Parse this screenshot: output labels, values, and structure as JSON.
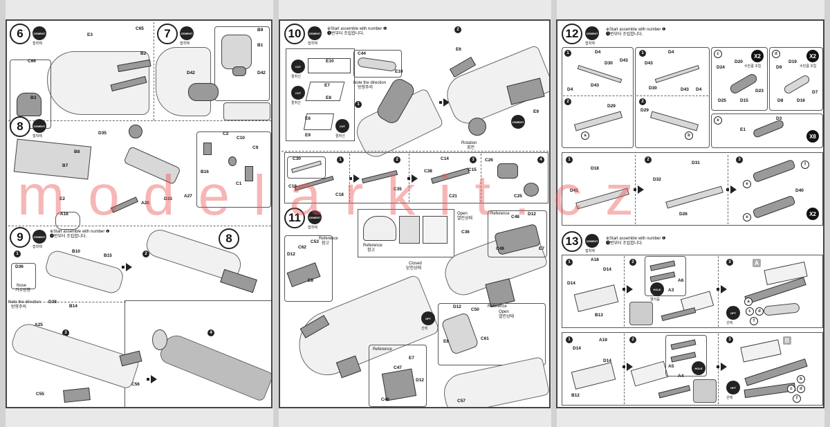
{
  "watermark": "modelarkit.cz",
  "labels": {
    "cement": "CEMENT",
    "cement_kr": "접착제",
    "cut": "CUT",
    "cut_kr": "절취선",
    "opt": "OPT",
    "opt_kr": "선택",
    "hole": "HOLE",
    "hole_kr": "열어줌",
    "start_with_1": "※Start assemble with number ❶",
    "start_with_1_kr": "❶번부터 조립합니다.",
    "note_direction": "Note the direction",
    "note_direction_kr": "방향주의",
    "nose": "Nose",
    "nose_kr": "기수방향",
    "reference": "Reference",
    "reference_kr": "참고",
    "closed": "Closed",
    "closed_kr": "닫힌상태",
    "open": "Open",
    "open_kr": "열린상태",
    "rotation": "Rotation",
    "rotation_kr": "회전",
    "x2": "X2",
    "x2_kr": "수만큼 조립",
    "x8": "X8",
    "section_a": "A",
    "section_b": "B"
  },
  "steps": {
    "s6": "6",
    "s7": "7",
    "s8": "8",
    "s9": "9",
    "s10": "10",
    "s11": "11",
    "s12": "12",
    "s13": "13"
  },
  "subs": {
    "n1": "1",
    "n2": "2",
    "n3": "3",
    "n4": "4",
    "ca": "a",
    "cb": "b",
    "cc": "c",
    "cd": "d",
    "ce": "e",
    "cf": "f"
  },
  "parts": {
    "p6": [
      "E3",
      "C65",
      "B2",
      "C66",
      "B3"
    ],
    "p7": [
      "B9",
      "B1",
      "D42",
      "D42"
    ],
    "p8": [
      "B7",
      "B8",
      "D35",
      "C2",
      "C10",
      "C9",
      "B16",
      "C1",
      "E2",
      "A16",
      "A20",
      "D33",
      "A27"
    ],
    "p9": [
      "D36",
      "B10",
      "B15",
      "D38",
      "B14",
      "A25",
      "C56",
      "C55"
    ],
    "p10": [
      "E10",
      "C44",
      "E10",
      "E7",
      "E8",
      "E6",
      "E9",
      "E6",
      "E9",
      "C30",
      "C19",
      "C18",
      "C35",
      "C38",
      "C14",
      "C15",
      "C21",
      "C26",
      "C25"
    ],
    "p11": [
      "D12",
      "C62",
      "C53",
      "E8",
      "C36",
      "C48",
      "D12",
      "C49",
      "E7",
      "D12",
      "C50",
      "E8",
      "C61",
      "C47",
      "E7",
      "D12",
      "C46",
      "C57"
    ],
    "p12": [
      "D4",
      "D30",
      "D43",
      "D4",
      "D43",
      "D4",
      "D43",
      "D30",
      "D43",
      "D4",
      "D29",
      "D29",
      "D24",
      "D20",
      "D23",
      "D25",
      "D15",
      "D9",
      "D19",
      "D7",
      "D8",
      "D16",
      "E1",
      "D3",
      "D18",
      "D41",
      "D31",
      "D32",
      "D26",
      "D40"
    ],
    "p13": [
      "A18",
      "D14",
      "D14",
      "B13",
      "A6",
      "A3",
      "D14",
      "A19",
      "D14",
      "B12",
      "A5",
      "A4"
    ]
  }
}
